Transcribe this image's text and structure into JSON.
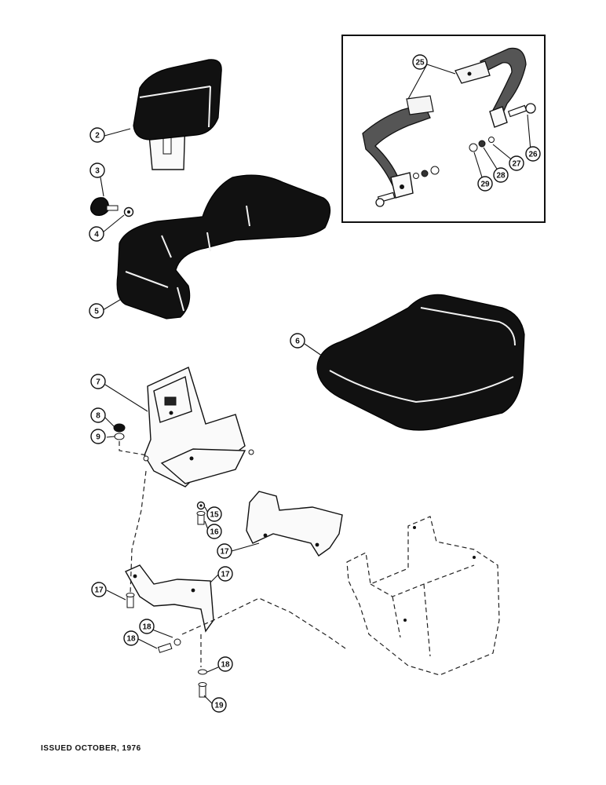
{
  "diagram": {
    "callouts": [
      "2",
      "3",
      "4",
      "5",
      "6",
      "7",
      "8",
      "9",
      "15",
      "16",
      "17",
      "17",
      "17",
      "18",
      "18",
      "18",
      "19",
      "25",
      "26",
      "27",
      "28",
      "29"
    ]
  },
  "footer": {
    "issued": "ISSUED OCTOBER, 1976"
  }
}
